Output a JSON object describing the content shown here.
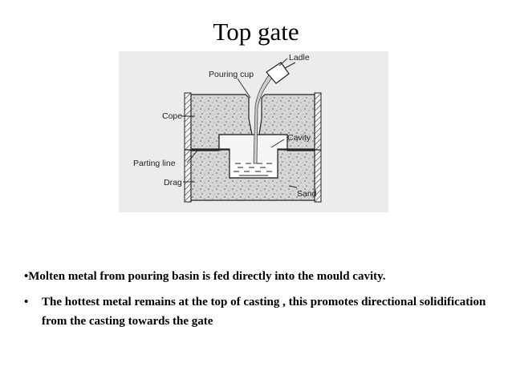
{
  "slide": {
    "title": "Top gate"
  },
  "figure": {
    "labels": {
      "ladle": "Ladle",
      "pouring_cup": "Pouring cup",
      "cope": "Cope",
      "cavity": "Cavity",
      "parting_line": "Parting line",
      "drag": "Drag",
      "sand": "Sand"
    },
    "colors": {
      "sand_fill": "#d4d4d4",
      "background": "#ececec",
      "outline": "#222222"
    }
  },
  "bullets": {
    "b1": {
      "marker": "•",
      "text": "Molten metal from pouring basin  is fed directly into the mould cavity."
    },
    "b2": {
      "marker": "•",
      "text": "The hottest metal remains at the top of casting , this promotes directional solidification from the casting towards the gate"
    }
  }
}
